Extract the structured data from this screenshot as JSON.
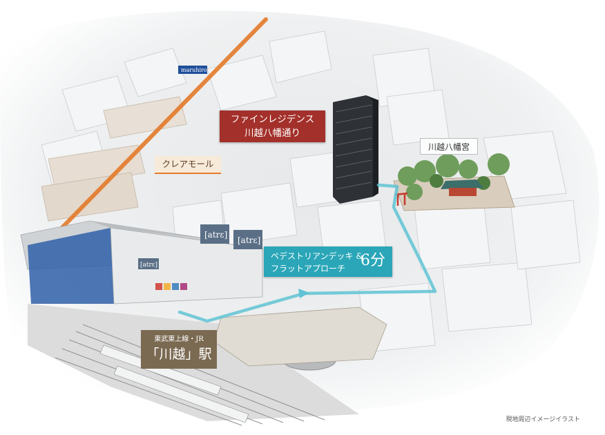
{
  "labels": {
    "residence_line1": "ファインレジデンス",
    "residence_line2": "川越八幡通り",
    "mall": "クレアモール",
    "shrine": "川越八幡宮",
    "deck_line1": "ペデストリアンデッキ &",
    "deck_line2": "フラットアプローチ",
    "deck_minutes": "6分",
    "station_lines": "東武東上線・JR",
    "station_name": "「川越」駅",
    "caption": "現地周辺イメージイラスト"
  },
  "signs": {
    "atre_1": "[atrε]",
    "atre_2": "[atrε]",
    "atre_3": "[atrε]",
    "maruhiro": "maruhiro"
  },
  "colors": {
    "residence": "#a3302a",
    "mall_road": "#e47a2a",
    "route": "#5fc3d4",
    "deck_label": "#2aa6b8",
    "station_label": "#7b6a52"
  },
  "icons": [
    "torii-gate-icon",
    "tree-icon"
  ]
}
